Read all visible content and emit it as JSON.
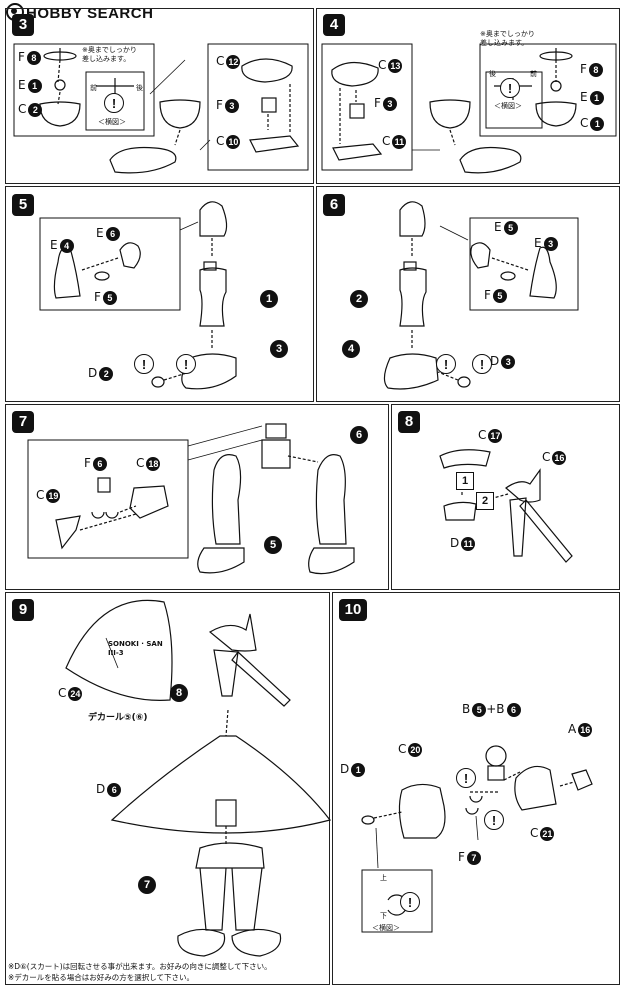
{
  "header": {
    "title": "HOBBY SEARCH"
  },
  "steps": {
    "s3": {
      "number": "3",
      "note": "※奥までしっかり\n差し込みます。",
      "front": "前",
      "back": "後",
      "side_view": "＜横図＞",
      "labels": {
        "f": "F",
        "f_num": "8",
        "e": "E",
        "e_num": "1",
        "c1": "C",
        "c1_num": "2",
        "c2": "C",
        "c2_num": "12",
        "f2": "F",
        "f2_num": "3",
        "c3": "C",
        "c3_num": "10"
      }
    },
    "s4": {
      "number": "4",
      "note": "※奥までしっかり\n差し込みます。",
      "front": "前",
      "back": "後",
      "side_view": "＜横図＞",
      "labels": {
        "c1": "C",
        "c1_num": "13",
        "f1": "F",
        "f1_num": "3",
        "c2": "C",
        "c2_num": "11",
        "f2": "F",
        "f2_num": "8",
        "e": "E",
        "e_num": "1",
        "c3": "C",
        "c3_num": "1"
      }
    },
    "s5": {
      "number": "5",
      "labels": {
        "e1": "E",
        "e1_num": "6",
        "e2": "E",
        "e2_num": "4",
        "f": "F",
        "f_num": "5",
        "d": "D",
        "d_num": "2",
        "part1": "1",
        "part3": "3"
      }
    },
    "s6": {
      "number": "6",
      "labels": {
        "e1": "E",
        "e1_num": "5",
        "e2": "E",
        "e2_num": "3",
        "f": "F",
        "f_num": "5",
        "d": "D",
        "d_num": "3",
        "part2": "2",
        "part4": "4"
      }
    },
    "s7": {
      "number": "7",
      "labels": {
        "f": "F",
        "f_num": "6",
        "c1": "C",
        "c1_num": "18",
        "c2": "C",
        "c2_num": "19",
        "part5": "5",
        "part6": "6"
      }
    },
    "s8": {
      "number": "8",
      "labels": {
        "c1": "C",
        "c1_num": "17",
        "c2": "C",
        "c2_num": "16",
        "d": "D",
        "d_num": "11",
        "order1": "1",
        "order2": "2"
      }
    },
    "s9": {
      "number": "9",
      "labels": {
        "c": "C",
        "c_num": "24",
        "decal": "デカール⑤(⑥)",
        "part8": "8",
        "d": "D",
        "d_num": "6",
        "part7": "7",
        "decal_text": "SONOKI · SAN\nIII-3"
      }
    },
    "s10": {
      "number": "10",
      "labels": {
        "b": "B",
        "b1_num": "5",
        "plus": "+",
        "b2": "B",
        "b2_num": "6",
        "a": "A",
        "a_num": "16",
        "c1": "C",
        "c1_num": "20",
        "d": "D",
        "d_num": "1",
        "c2": "C",
        "c2_num": "21",
        "f": "F",
        "f_num": "7",
        "up": "上",
        "down": "下",
        "side_view": "＜横図＞"
      }
    }
  },
  "footnotes": {
    "line1": "※D⑥(スカート)は回転させる事が出来ます。お好みの向きに調整して下さい。",
    "line2": "※デカールを貼る場合はお好みの方を選択して下さい。"
  },
  "warn_symbol": "!"
}
